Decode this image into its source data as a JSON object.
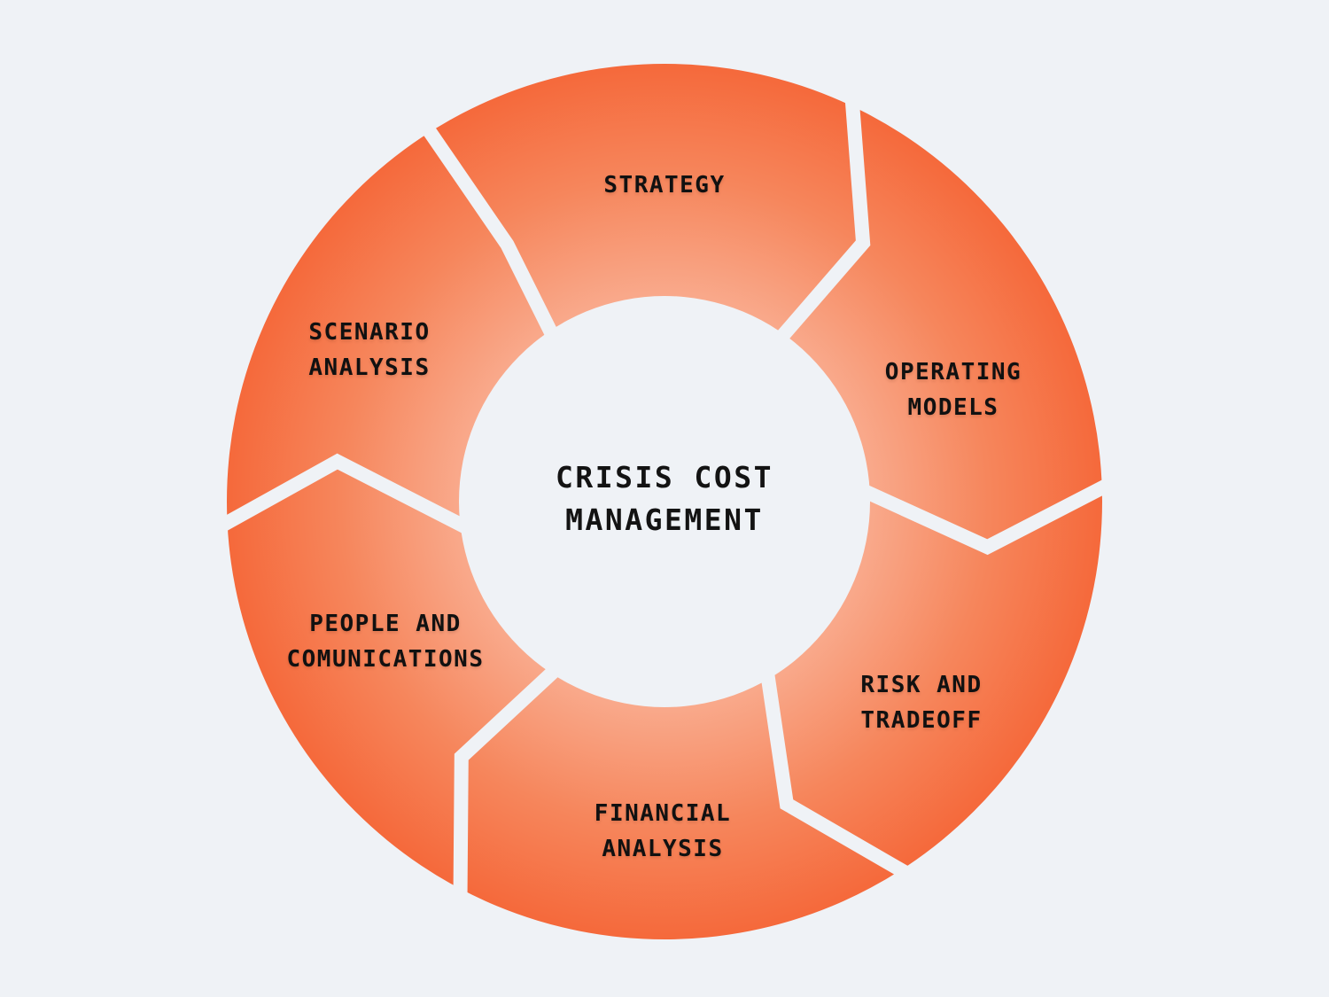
{
  "title": "Crisis cost management cycle diagram",
  "background_color": "#EFF2F6",
  "ring": {
    "separator_color": "#EFF2F6",
    "gradient": {
      "inner": "#F9A98B",
      "mid": "#F6865C",
      "outer": "#F5693B"
    }
  },
  "center": {
    "lines": [
      "CRISIS COST",
      "MANAGEMENT"
    ]
  },
  "segments": [
    {
      "id": "strategy",
      "lines": [
        "STRATEGY",
        ""
      ]
    },
    {
      "id": "operating-models",
      "lines": [
        "OPERATING",
        "MODELS"
      ]
    },
    {
      "id": "risk-and-tradeoff",
      "lines": [
        "RISK AND",
        "TRADEOFF"
      ]
    },
    {
      "id": "financial-analysis",
      "lines": [
        "FINANCIAL",
        "ANALYSIS"
      ]
    },
    {
      "id": "people-and-comunications",
      "lines": [
        "PEOPLE AND",
        "COMUNICATIONS"
      ]
    },
    {
      "id": "scenario-analysis",
      "lines": [
        "SCENARIO",
        "ANALYSIS"
      ]
    }
  ]
}
